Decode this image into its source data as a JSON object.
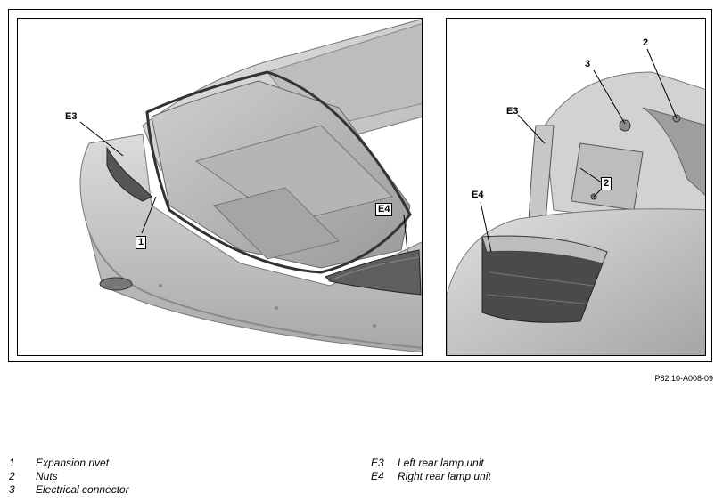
{
  "callouts": {
    "left": {
      "e3": "E3",
      "e4": "E4",
      "one": "1"
    },
    "right": {
      "two_top": "2",
      "three": "3",
      "e3": "E3",
      "e4": "E4",
      "two_lower": "2"
    }
  },
  "figure_ref": "P82.10-A008-09",
  "legend": {
    "left": [
      {
        "num": "1",
        "text": "Expansion rivet"
      },
      {
        "num": "2",
        "text": "Nuts"
      },
      {
        "num": "3",
        "text": "Electrical connector"
      }
    ],
    "right": [
      {
        "num": "E3",
        "text": "Left rear lamp unit"
      },
      {
        "num": "E4",
        "text": "Right rear lamp unit"
      }
    ]
  }
}
